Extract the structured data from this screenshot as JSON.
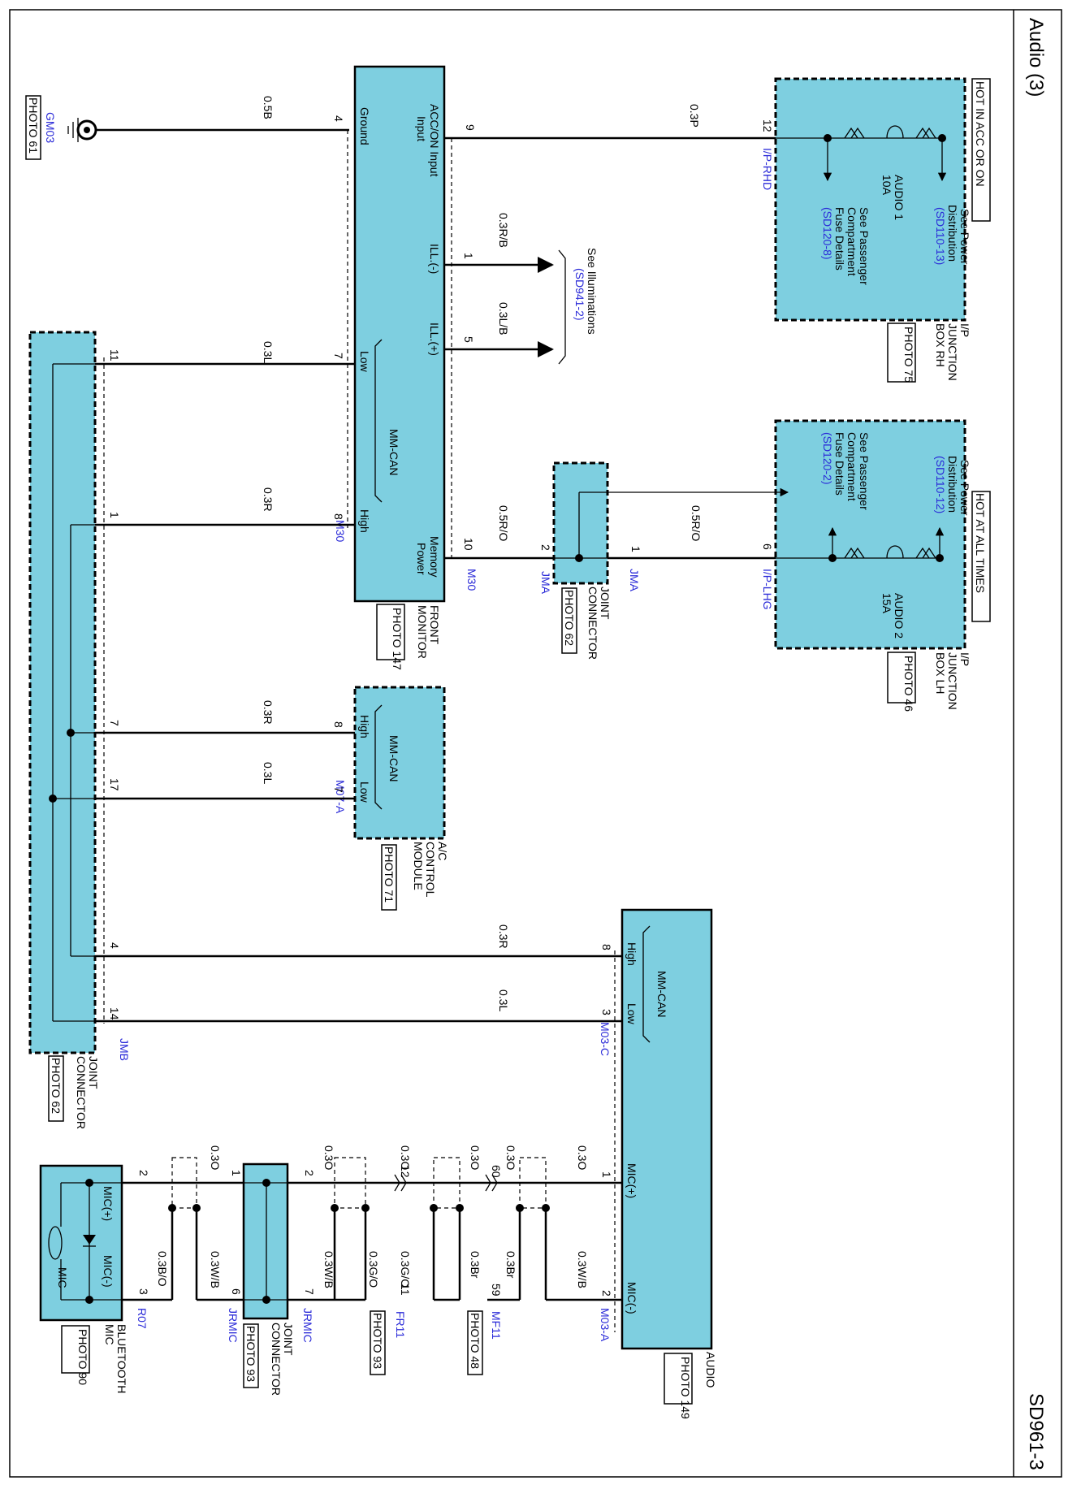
{
  "page": {
    "title": "Audio (3)",
    "page_id": "SD961-3"
  },
  "components": {
    "ip_junction_box_rh": {
      "lines": [
        "I/P",
        "JUNCTION",
        "BOX RH"
      ],
      "photo": "PHOTO 75",
      "mode": "HOT IN ACC OR ON",
      "fuse_name": "AUDIO 1",
      "fuse_rating": "10A",
      "note1": [
        "See Power",
        "Distribution"
      ],
      "note1_ref": "(SD110-13)",
      "note2": [
        "See Passenger",
        "Compartment",
        "Fuse Details"
      ],
      "note2_ref": "(SD120-8)",
      "connector": "I/P-RHD",
      "pin": "12"
    },
    "ip_junction_box_lh": {
      "lines": [
        "I/P",
        "JUNCTION",
        "BOX LH"
      ],
      "photo": "PHOTO 46",
      "mode": "HOT AT ALL TIMES",
      "fuse_name": "AUDIO 2",
      "fuse_rating": "15A",
      "note1": [
        "See Power",
        "Distribution"
      ],
      "note1_ref": "(SD110-12)",
      "note2": [
        "See Passenger",
        "Compartment",
        "Fuse Details"
      ],
      "note2_ref": "(SD120-2)",
      "connector": "I/P-LHG",
      "pin": "6"
    },
    "front_monitor": {
      "lines": [
        "FRONT",
        "MONITOR"
      ],
      "photo": "PHOTO 147",
      "connector": "M30",
      "pins": {
        "acc_on_input": "ACC/ON Input",
        "ground": "Ground",
        "ill_minus": "ILL.(-)",
        "ill_plus": "ILL.(+)",
        "low": "Low",
        "high": "High",
        "memory_power": "Memory Power",
        "mm_can": "MM-CAN"
      }
    },
    "joint_connector_jma": {
      "lines": [
        "JOINT",
        "CONNECTOR"
      ],
      "photo": "PHOTO 62",
      "connector": "JMA"
    },
    "ac_control_module": {
      "lines": [
        "A/C",
        "CONTROL",
        "MODULE"
      ],
      "photo": "PHOTO 71",
      "connector": "M07-A",
      "pins": {
        "high": "High",
        "low": "Low",
        "mm_can": "MM-CAN"
      }
    },
    "joint_connector_jmb": {
      "lines": [
        "JOINT",
        "CONNECTOR"
      ],
      "photo": "PHOTO 62",
      "connector": "JMB"
    },
    "audio": {
      "lines": [
        "AUDIO"
      ],
      "photo": "PHOTO 149",
      "connector_can": "M03-C",
      "connector_mic": "M03-A",
      "pins": {
        "high": "High",
        "low": "Low",
        "mm_can": "MM-CAN",
        "mic_plus": "MIC(+)",
        "mic_minus": "MIC(-)"
      }
    },
    "joint_connector_jrmic": {
      "lines": [
        "JOINT",
        "CONNECTOR"
      ],
      "photo": "PHOTO 93",
      "connector": "JRMIC"
    },
    "bluetooth_mic": {
      "lines": [
        "BLUETOOTH",
        "MIC"
      ],
      "photo": "PHOTO 90",
      "connector": "R07",
      "pins": {
        "mic_plus": "MIC(+)",
        "mic_minus": "MIC(-)",
        "mic": "MIC"
      }
    },
    "ground": {
      "name": "GM03",
      "photo": "PHOTO 61"
    },
    "illumination_ref": {
      "text": "See Illuminations",
      "ref": "(SD941-2)"
    },
    "inline_connectors": {
      "mf11": {
        "name": "MF11",
        "photo": "PHOTO 48"
      },
      "fr11": {
        "name": "FR11",
        "photo": "PHOTO 93"
      }
    }
  },
  "wires": {
    "ground": {
      "color": "0.5B",
      "pin": "4"
    },
    "acc": {
      "color": "0.3P",
      "pin": "9"
    },
    "ill_minus": {
      "color": "0.3R/B",
      "pin": "1"
    },
    "ill_plus": {
      "color": "0.3L/B",
      "pin": "5"
    },
    "mem_jb": {
      "color": "0.5R/O",
      "pin_jb": "6",
      "pin_jma": "1"
    },
    "mem_fm": {
      "color": "0.5R/O",
      "pin_jma": "2",
      "pin_fm": "10"
    },
    "fm_low": {
      "color": "0.3L",
      "pin_fm": "7",
      "pin_jmb": "11"
    },
    "fm_high": {
      "color": "0.3R",
      "pin_fm": "8",
      "pin_jmb": "1"
    },
    "ac_high": {
      "color": "0.3R",
      "pin_ac": "8",
      "pin_jmb": "7"
    },
    "ac_low": {
      "color": "0.3L",
      "pin_ac": "7",
      "pin_jmb": "17"
    },
    "audio_high": {
      "color": "0.3R",
      "pin_audio": "8",
      "pin_jmb": "4"
    },
    "audio_low": {
      "color": "0.3L",
      "pin_audio": "3",
      "pin_jmb": "14"
    },
    "mic_plus": {
      "seg1": "0.3O",
      "pin_audio": "1",
      "mf11_left": "60",
      "seg2": "0.3O",
      "fr11_left": "12",
      "seg3": "0.3O",
      "seg_jr": "0.3O",
      "jr_pin": "2",
      "seg4": "0.3O",
      "seg5": "0.3O",
      "jr_pin2": "1",
      "bt_pin": "2"
    },
    "mic_minus": {
      "seg1": "0.3W/B",
      "pin_audio": "2",
      "mf11_right": "59",
      "seg2": "0.3Br",
      "seg2b": "0.3Br",
      "fr11_right": "11",
      "seg3": "0.3G/O",
      "seg3b": "0.3G/O",
      "seg4": "0.3W/B",
      "jr_pin": "7",
      "seg5": "0.3W/B",
      "jr_pin2": "6",
      "seg6": "0.3B/O",
      "bt_pin": "3"
    }
  }
}
